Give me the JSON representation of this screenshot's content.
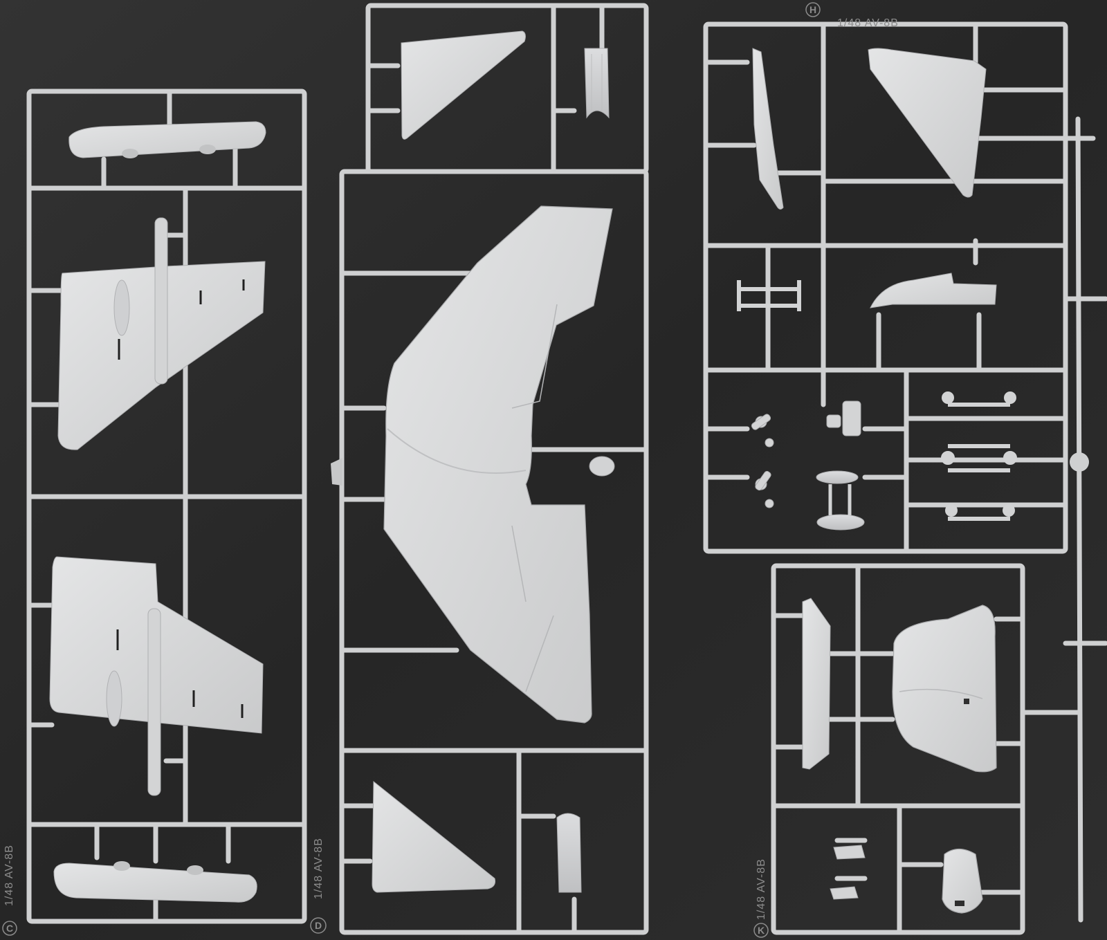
{
  "photo": {
    "subject": "1/48 AV-8B plastic model kit sprues",
    "background_color": "#2b2b2b",
    "plastic_color": "#d6d7d8"
  },
  "sprues": [
    {
      "letter": "C",
      "label": "1/48 AV-8B"
    },
    {
      "letter": "D",
      "label": "1/48 AV-8B"
    },
    {
      "letter": "H",
      "label": "1/48 AV-8B"
    },
    {
      "letter": "K",
      "label": "1/48 AV-8B"
    }
  ]
}
